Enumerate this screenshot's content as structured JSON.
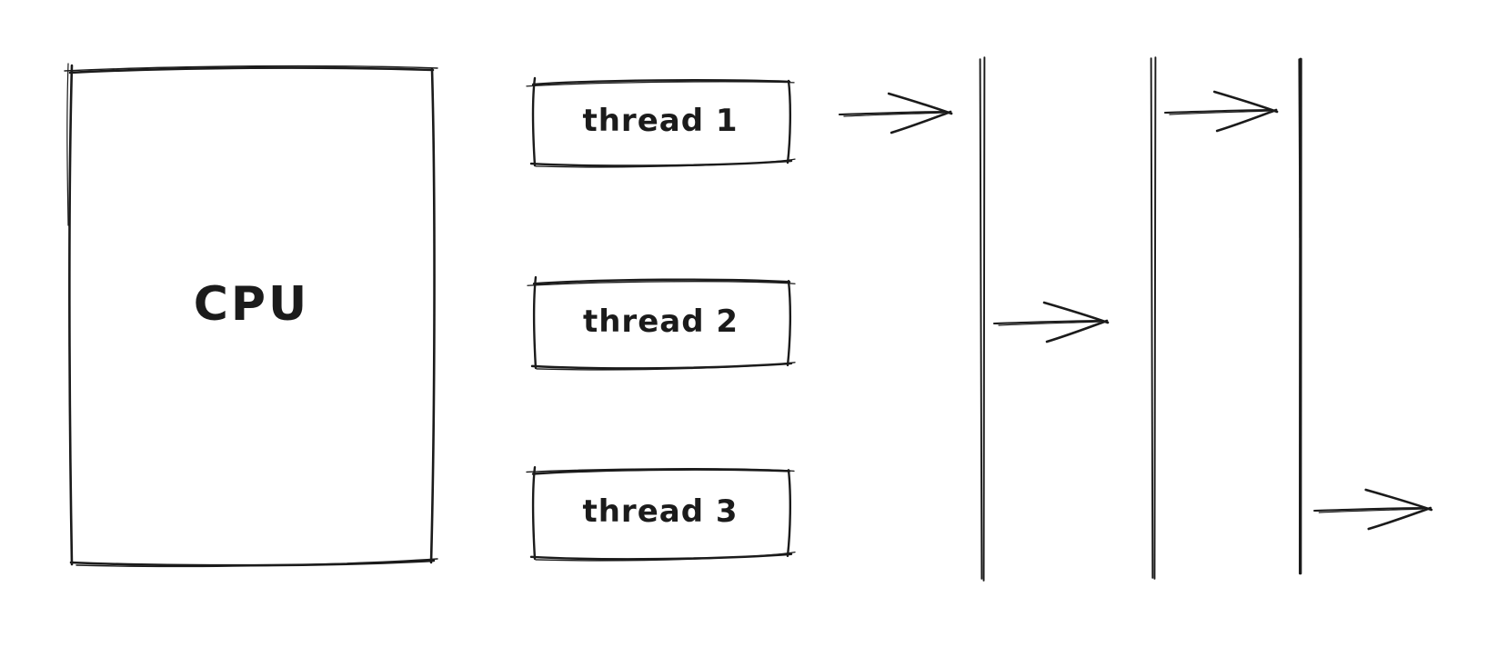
{
  "diagram": {
    "style": "hand-drawn-sketch",
    "background_color": "#ffffff",
    "ink_color": "#1b1b1b",
    "cpu": {
      "label": "CPU"
    },
    "threads": [
      {
        "label": "thread 1"
      },
      {
        "label": "thread 2"
      },
      {
        "label": "thread 3"
      }
    ],
    "timeline_lanes": {
      "count": 3,
      "orientation": "vertical"
    },
    "arrows": {
      "count": 4,
      "direction": "right"
    }
  }
}
